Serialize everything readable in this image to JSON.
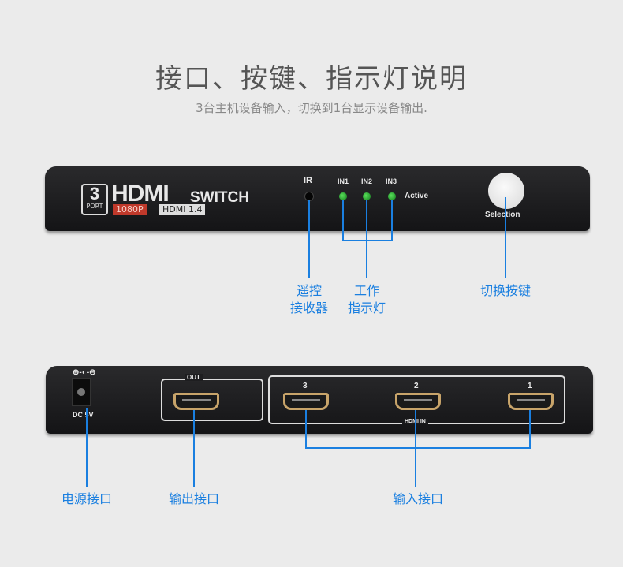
{
  "header": {
    "title": "接口、按键、指示灯说明",
    "subtitle": "3台主机设备输入，切换到1台显示设备输出."
  },
  "front_panel": {
    "logo": {
      "port_count": "3",
      "port_word": "PORT",
      "brand": "HDMI",
      "switch_word": "SWITCH",
      "resolution": "1080P",
      "version": "HDMI 1.4"
    },
    "ir_label": "IR",
    "led_labels": [
      "IN1",
      "IN2",
      "IN3"
    ],
    "active_label": "Active",
    "button_label": "Selection"
  },
  "front_callouts": {
    "ir_line1": "遥控",
    "ir_line2": "接收器",
    "led_line1": "工作",
    "led_line2": "指示灯",
    "button": "切换按键"
  },
  "back_panel": {
    "dc_label": "DC 5V",
    "out_label": "OUT",
    "in_label": "HDMI IN",
    "port_numbers": [
      "3",
      "2",
      "1"
    ]
  },
  "back_callouts": {
    "power": "电源接口",
    "output": "输出接口",
    "input": "输入接口"
  },
  "colors": {
    "callout": "#1a7fe0",
    "led": "#22aa33",
    "brand_red": "#c0392b"
  }
}
